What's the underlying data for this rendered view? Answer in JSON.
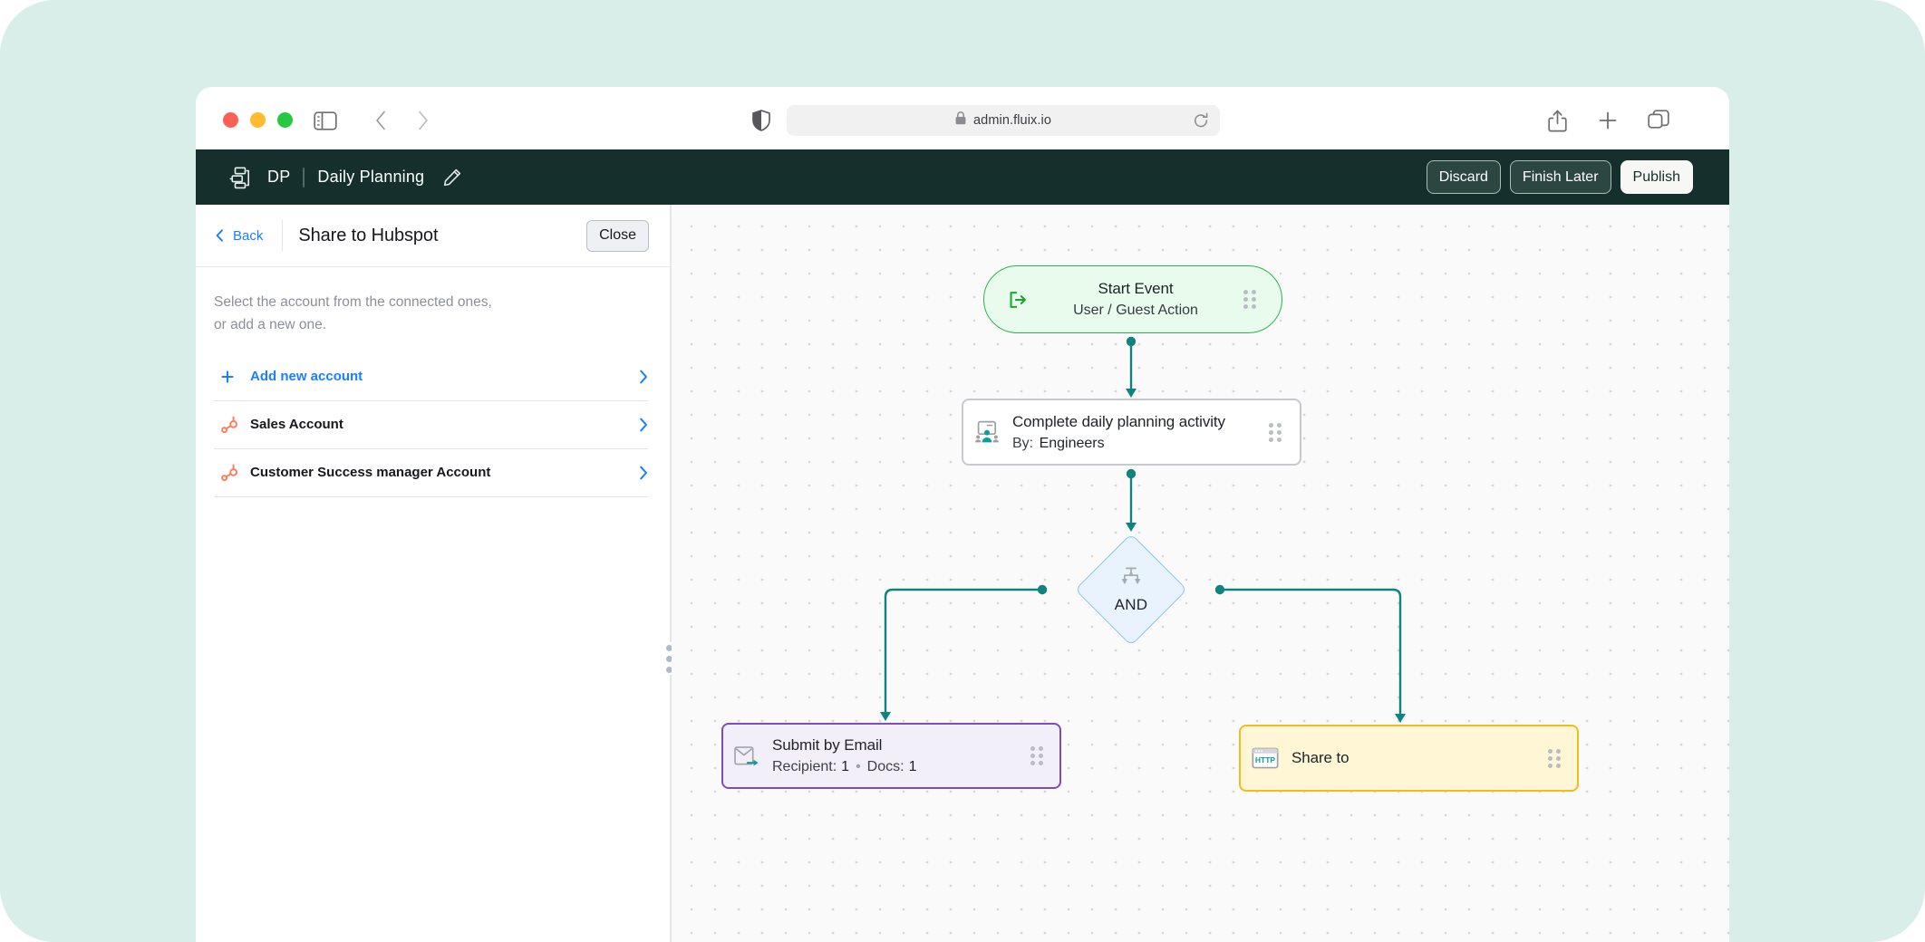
{
  "browser": {
    "traffic_lights": [
      "close",
      "minimize",
      "maximize"
    ],
    "sidebar_toggle_icon": "sidebar-icon",
    "back_icon": "chevron-left-icon",
    "forward_icon": "chevron-right-icon",
    "shield_icon": "shield-icon",
    "lock_icon": "lock-icon",
    "url": "admin.fluix.io",
    "reload_icon": "reload-icon",
    "share_icon": "share-icon",
    "new_tab_icon": "plus-icon",
    "tabs_icon": "tabs-icon"
  },
  "app_header": {
    "workflow_icon": "workflow-icon",
    "project_code": "DP",
    "project_title": "Daily Planning",
    "edit_icon": "pencil-icon",
    "actions": [
      {
        "label": "Discard",
        "style": "ghost"
      },
      {
        "label": "Finish Later",
        "style": "ghost"
      },
      {
        "label": "Publish",
        "style": "primary"
      }
    ]
  },
  "panel": {
    "back_label": "Back",
    "title": "Share to Hubspot",
    "close_label": "Close",
    "description": "Select the account from the connected ones, or add a new one.",
    "description_line1": "Select the account from the connected ones,",
    "description_line2": "or add a new one.",
    "accounts": [
      {
        "label": "Add new account",
        "icon": "plus-icon",
        "kind": "action"
      },
      {
        "label": "Sales Account",
        "icon": "hubspot-icon",
        "kind": "account"
      },
      {
        "label": "Customer Success manager Account",
        "icon": "hubspot-icon",
        "kind": "account"
      }
    ],
    "chevron_icon": "chevron-right-icon",
    "splitter_icon": "drag-handle-icon"
  },
  "canvas": {
    "nodes": [
      {
        "id": "start",
        "title": "Start Event",
        "subtitle": "User / Guest Action",
        "icon": "sign-in-icon",
        "accent": "#2ab54b",
        "fill": "#e9fbed",
        "grip_icon": "drag-grip-icon"
      },
      {
        "id": "task",
        "title": "Complete daily planning activity",
        "subtitle_label": "By:",
        "subtitle_value": "Engineers",
        "icon": "users-group-icon",
        "accent": "#c9ccd1",
        "fill": "#ffffff",
        "grip_icon": "drag-grip-icon"
      },
      {
        "id": "gateway",
        "title": "AND",
        "icon": "parallel-split-icon",
        "accent": "#85bdf2",
        "fill": "#ddeeff"
      },
      {
        "id": "email",
        "title": "Submit by Email",
        "subtitle_recipient_label": "Recipient:",
        "subtitle_recipient_value": "1",
        "subtitle_separator": "•",
        "subtitle_docs_label": "Docs:",
        "subtitle_docs_value": "1",
        "icon": "email-send-icon",
        "accent": "#7b3fc4",
        "fill": "#f7f3fd",
        "grip_icon": "drag-grip-icon"
      },
      {
        "id": "share",
        "title": "Share to",
        "icon": "http-window-icon",
        "icon_label": "HTTP",
        "accent": "#f0b429",
        "fill": "#fdf2cf",
        "grip_icon": "drag-grip-icon"
      }
    ],
    "edge_color": "#10827f"
  },
  "colors": {
    "page_background": "#d9ede9",
    "header_background": "#15302c",
    "accent_blue": "#1880ff",
    "hubspot_orange": "#ff7a59",
    "canvas_background": "#fafafa",
    "edge_teal": "#10827f"
  }
}
